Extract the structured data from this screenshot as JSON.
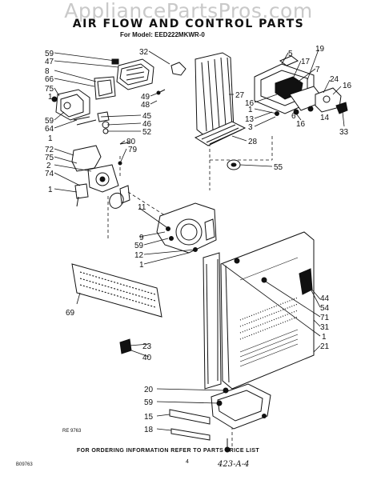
{
  "watermark": "AppliancePartsPros.com",
  "title": "AIR FLOW AND CONTROL PARTS",
  "model_label": "For Model:",
  "model_number": "EED222MKWR-0",
  "footer_note": "FOR ORDERING INFORMATION REFER TO PARTS PRICE LIST",
  "code_left": "RE 9763",
  "code_bottom": "B09763",
  "page_number": "4",
  "handwritten_note": "423-A-4",
  "callouts": {
    "c59a": "59",
    "c47": "47",
    "c8": "8",
    "c66": "66",
    "c75a": "75",
    "c1a": "1",
    "c59b": "59",
    "c64": "64",
    "c1b": "1",
    "c32": "32",
    "c49": "49",
    "c48": "48",
    "c45": "45",
    "c46": "46",
    "c52": "52",
    "c80": "80",
    "c79": "79",
    "c72": "72",
    "c75b": "75",
    "c2": "2",
    "c74": "74",
    "c1c": "1",
    "c27": "27",
    "c28": "28",
    "c55": "55",
    "c5": "5",
    "c19": "19",
    "c17": "17",
    "c7": "7",
    "c16a": "16",
    "c1d": "1",
    "c13": "13",
    "c3": "3",
    "c6": "6",
    "c16b": "16",
    "c14": "14",
    "c24": "24",
    "c16c": "16",
    "c33": "33",
    "c11": "11",
    "c9": "9",
    "c59c": "59",
    "c12": "12",
    "c1e": "1",
    "c69": "69",
    "c44": "44",
    "c54": "54",
    "c71": "71",
    "c31": "31",
    "c1f": "1",
    "c21": "21",
    "c23": "23",
    "c40": "40",
    "c20": "20",
    "c59d": "59",
    "c15": "15",
    "c18": "18"
  }
}
